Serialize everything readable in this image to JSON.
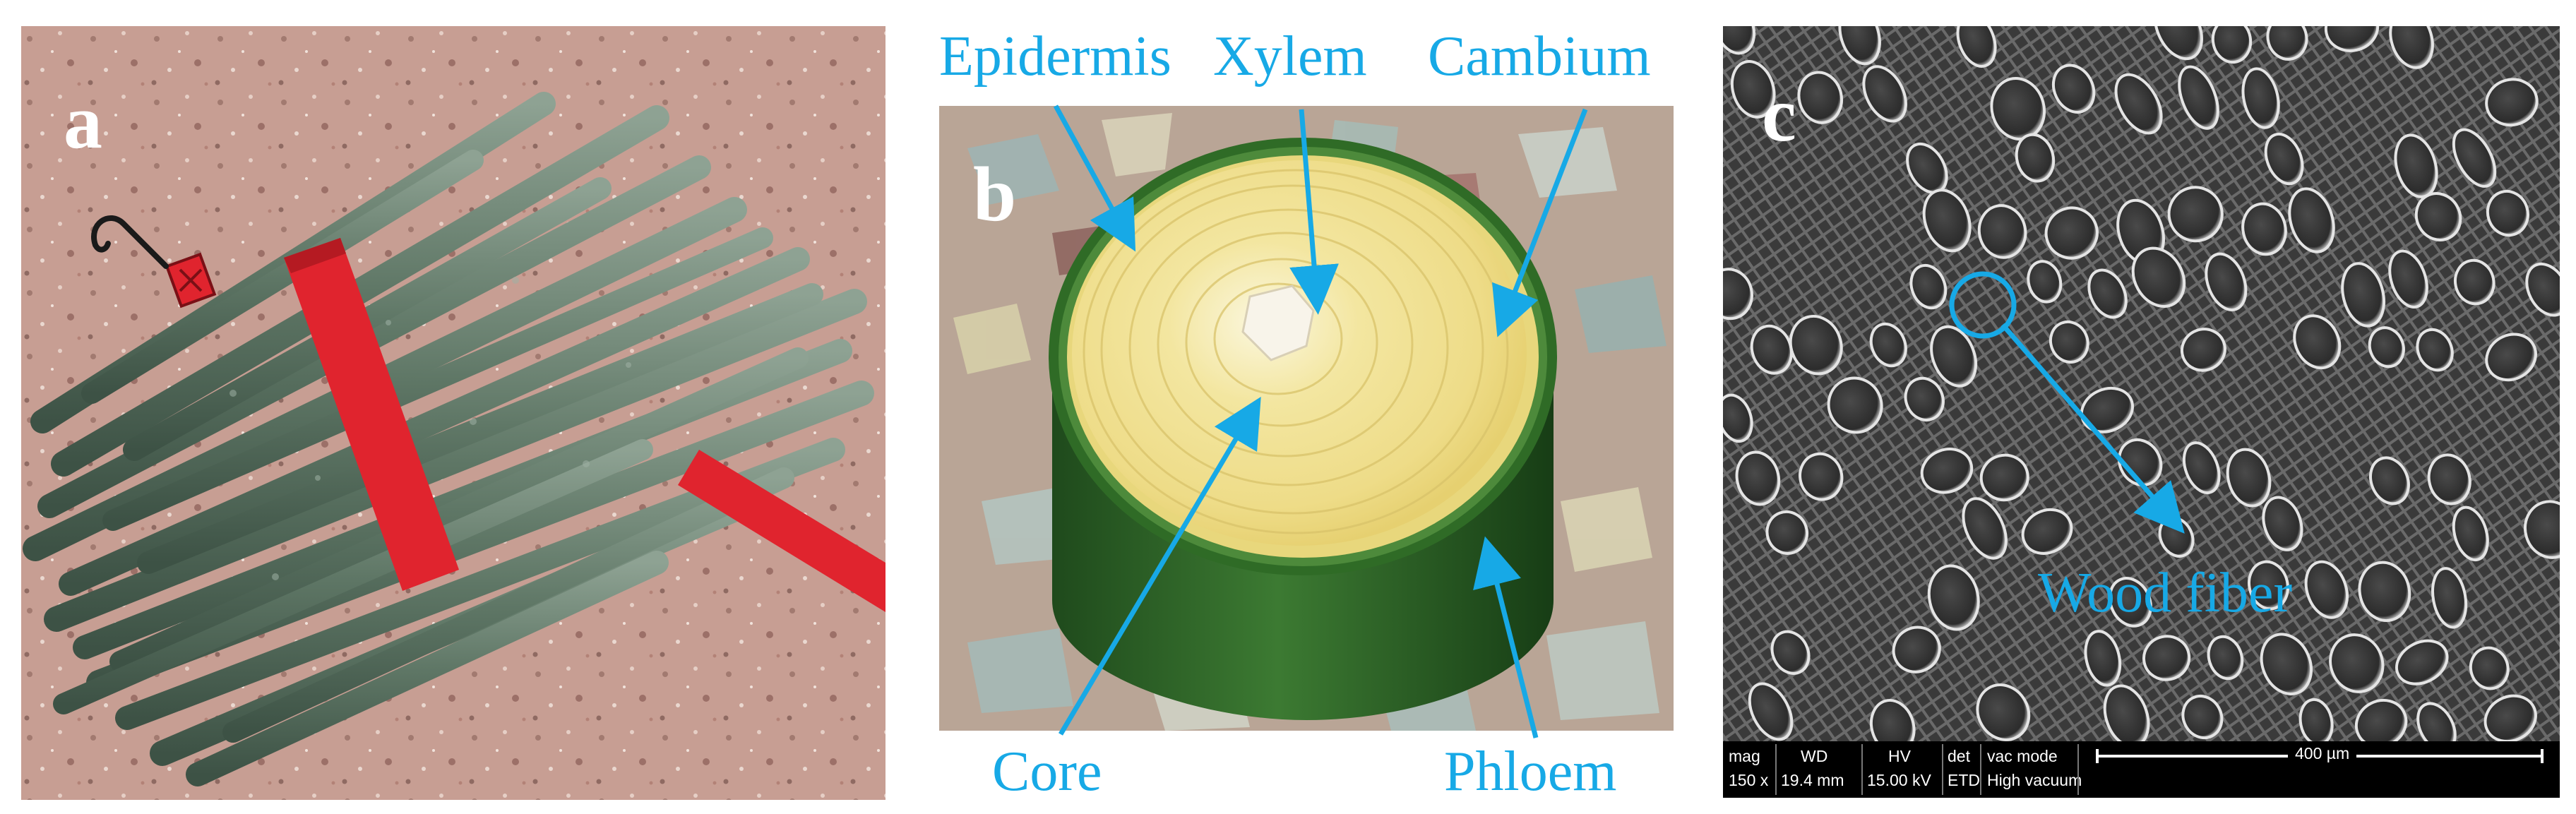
{
  "panels": {
    "a": {
      "label": "a"
    },
    "b": {
      "label": "b"
    },
    "c": {
      "label": "c"
    }
  },
  "callouts": {
    "epidermis": "Epidermis",
    "xylem": "Xylem",
    "cambium": "Cambium",
    "core": "Core",
    "phloem": "Phloem",
    "wood_fiber": "Wood fiber"
  },
  "sem": {
    "mag_label": "mag",
    "mag_value": "150 x",
    "wd_label": "WD",
    "wd_value": "19.4 mm",
    "hv_label": "HV",
    "hv_value": "15.00 kV",
    "det_label": "det",
    "det_value": "ETD",
    "vac_label": "vac mode",
    "vac_value": "High vacuum",
    "scale_label": "400 µm"
  },
  "colors": {
    "annotation": "#17a9e6",
    "strap": "#e0242e",
    "stick": "#5d7462",
    "floor": "#c49a90",
    "xylem": "#f3e9a4",
    "bark": "#2f6b26"
  },
  "icons": {
    "hook": "s-hook-icon",
    "arrow": "arrow-icon",
    "circle": "circle-marker-icon"
  }
}
